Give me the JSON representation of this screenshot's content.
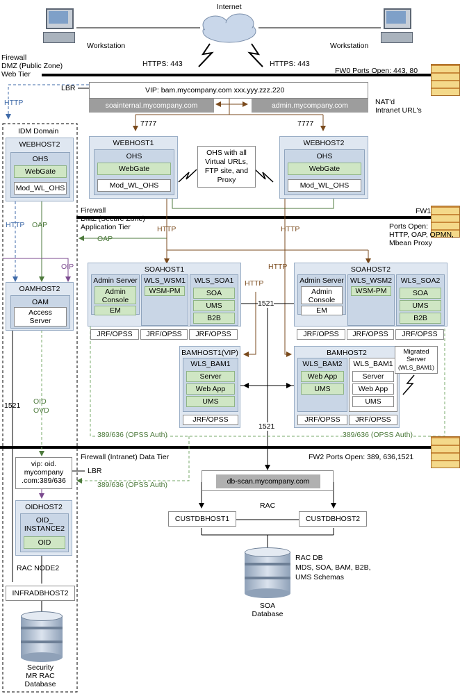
{
  "internet": "Internet",
  "workstation_left": "Workstation",
  "workstation_right": "Workstation",
  "https_left": "HTTPS: 443",
  "https_right": "HTTPS: 443",
  "zones": {
    "dmz_public": [
      "Firewall",
      "DMZ (Public Zone)",
      "Web Tier"
    ],
    "fw0": "FW0 Ports Open: 443, 80",
    "dmz_secure": [
      "Firewall",
      "DMZ (Secure Zone)",
      "Application Tier"
    ],
    "fw1": "FW1",
    "fw1_ports": [
      "Ports Open:",
      "HTTP, OAP, OPMN,",
      "Mbean Proxy"
    ],
    "intranet": "Firewall (Intranet) Data Tier",
    "fw2": "FW2 Ports Open: 389, 636,1521"
  },
  "lbr_top": "LBR",
  "vip_top": "VIP: bam.mycompany.com     xxx.yyy.zzz.220",
  "soainternal": "soainternal.mycompany.com",
  "admin_url": "admin.mycompany.com",
  "natd": [
    "NAT'd",
    "Intranet URL's"
  ],
  "port_7777_left": "7777",
  "port_7777_right": "7777",
  "http_left": "HTTP",
  "idm_domain": "IDM Domain",
  "webhost2_left": {
    "title": "WEBHOST2",
    "ohs": "OHS",
    "webgate": "WebGate",
    "mod": "Mod_WL_OHS"
  },
  "webhost1": {
    "title": "WEBHOST1",
    "ohs": "OHS",
    "webgate": "WebGate",
    "mod": "Mod_WL_OHS"
  },
  "webhost2": {
    "title": "WEBHOST2",
    "ohs": "OHS",
    "webgate": "WebGate",
    "mod": "Mod_WL_OHS"
  },
  "ohs_note": [
    "OHS with all",
    "Virtual URLs,",
    "FTP site, and",
    "Proxy"
  ],
  "http_idm": "HTTP",
  "oap_idm": "OAP",
  "oap_arrow": "OAP",
  "oip": "OIP",
  "http_mid1": "HTTP",
  "http_mid2": "HTTP",
  "http_mid3": "HTTP",
  "http_mid4": "HTTP",
  "soahost1": {
    "title": "SOAHOST1",
    "admin": {
      "title": "Admin Server",
      "console": [
        "Admin",
        "Console"
      ],
      "em": "EM"
    },
    "wsm": {
      "title": "WLS_WSM1",
      "item": "WSM-PM"
    },
    "soa": {
      "title": "WLS_SOA1",
      "items": [
        "SOA",
        "UMS",
        "B2B"
      ]
    },
    "jrf": [
      "JRF/OPSS",
      "JRF/OPSS",
      "JRF/OPSS"
    ]
  },
  "soahost2": {
    "title": "SOAHOST2",
    "admin": {
      "title": "Admin Server",
      "console": [
        "Admin",
        "Console"
      ],
      "em": "EM"
    },
    "wsm": {
      "title": "WLS_WSM2",
      "item": "WSM-PM"
    },
    "soa": {
      "title": "WLS_SOA2",
      "items": [
        "SOA",
        "UMS",
        "B2B"
      ]
    },
    "jrf": [
      "JRF/OPSS",
      "JRF/OPSS",
      "JRF/OPSS"
    ]
  },
  "port_1521_a": "1521",
  "port_1521_b": "1521",
  "port_1521_left": "1521",
  "bamhost1": {
    "title": "BAMHOST1(VIP)",
    "wls": "WLS_BAM1",
    "items": [
      "Server",
      "Web App",
      "UMS"
    ],
    "jrf": "JRF/OPSS"
  },
  "bamhost2": {
    "title": "BAMHOST2",
    "bam2": {
      "title": "WLS_BAM2",
      "items": [
        "Web App",
        "UMS"
      ]
    },
    "bam1": {
      "title": "WLS_BAM1",
      "items": [
        "Server",
        "Web App",
        "UMS"
      ]
    },
    "jrf": [
      "JRF/OPSS",
      "JRF/OPSS"
    ]
  },
  "migrated": [
    "Migrated",
    "Server",
    "(WLS_BAM1)"
  ],
  "oamhost2": {
    "title": "OAMHOST2",
    "oam": "OAM",
    "access": [
      "Access",
      "Server"
    ]
  },
  "oid_ovd": [
    "OID",
    "OVD"
  ],
  "opss_auth_left": "389/636 (OPSS Auth)",
  "opss_auth_right": "389/636 (OPSS Auth)",
  "opss_auth_bottom": "389/636 (OPSS Auth)",
  "vip_oid": [
    "vip: oid.",
    "mycompany",
    ".com:389/636"
  ],
  "lbr_bottom": "LBR",
  "oidhost2": {
    "title": "OIDHOST2",
    "instance": [
      "OID_",
      "INSTANCE2"
    ],
    "oid": "OID"
  },
  "rac_node2": "RAC NODE2",
  "infradbhost2": "INFRADBHOST2",
  "security_db": [
    "Security",
    "MR RAC",
    "Database"
  ],
  "dbscan": "db-scan.mycompany.com",
  "rac": "RAC",
  "custdbhost1": "CUSTDBHOST1",
  "custdbhost2": "CUSTDBHOST2",
  "rac_db": [
    "RAC DB",
    "MDS, SOA, BAM, B2B,",
    "UMS Schemas"
  ],
  "soa_db": [
    "SOA",
    "Database"
  ],
  "colors": {
    "host_bg": "#dfe7f1",
    "inner_bg": "#c9d6e6",
    "green": "#cfe6c4",
    "arrow_brown": "#7a4a1c",
    "line_green": "#4d7a3c",
    "line_blue": "#3f6aa8",
    "line_purple": "#7b4a8f"
  }
}
